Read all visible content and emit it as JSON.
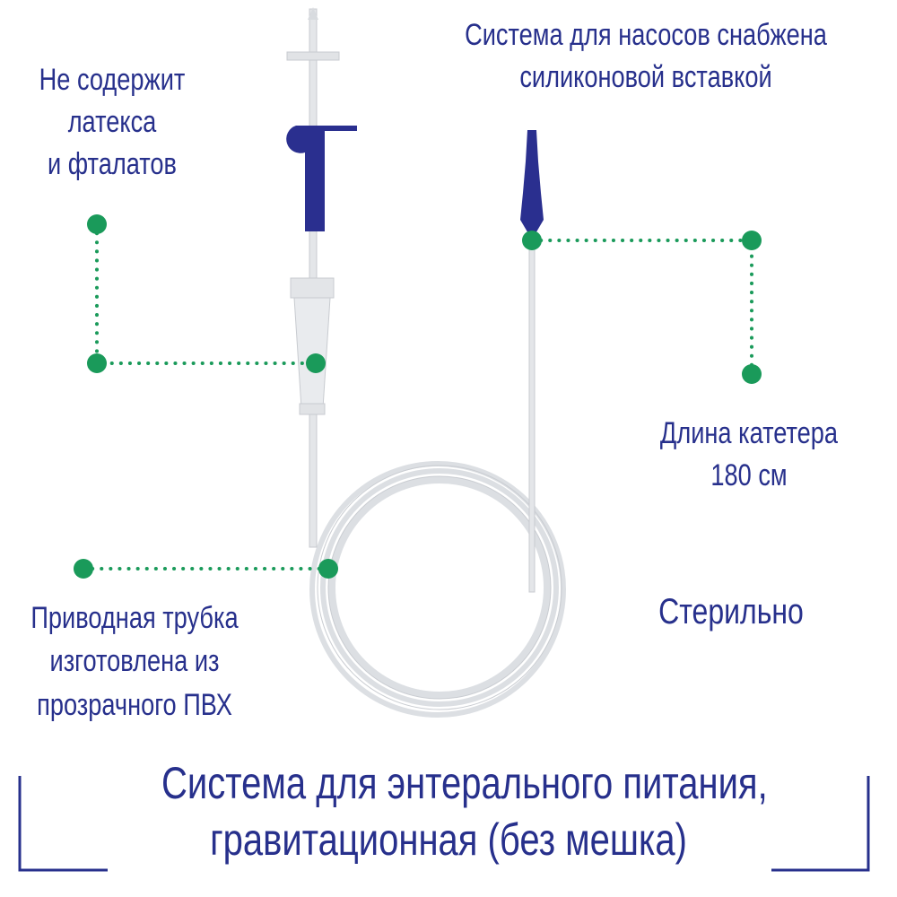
{
  "colors": {
    "text": "#27308c",
    "accent_green": "#1a9a5a",
    "device_blue": "#2a2f8f"
  },
  "labels": {
    "latex_free": [
      "Не содержит",
      "латекса",
      "и фталатов"
    ],
    "pump_system": [
      "Система для насосов снабжена",
      "силиконовой вставкой"
    ],
    "catheter_length": [
      "Длина катетера",
      "180 см"
    ],
    "sterile": "Стерильно",
    "tube_material": [
      "Приводная трубка",
      "изготовлена из",
      "прозрачного ПВХ"
    ]
  },
  "title": [
    "Система для энтерального питания,",
    "гравитационная (без мешка)"
  ]
}
